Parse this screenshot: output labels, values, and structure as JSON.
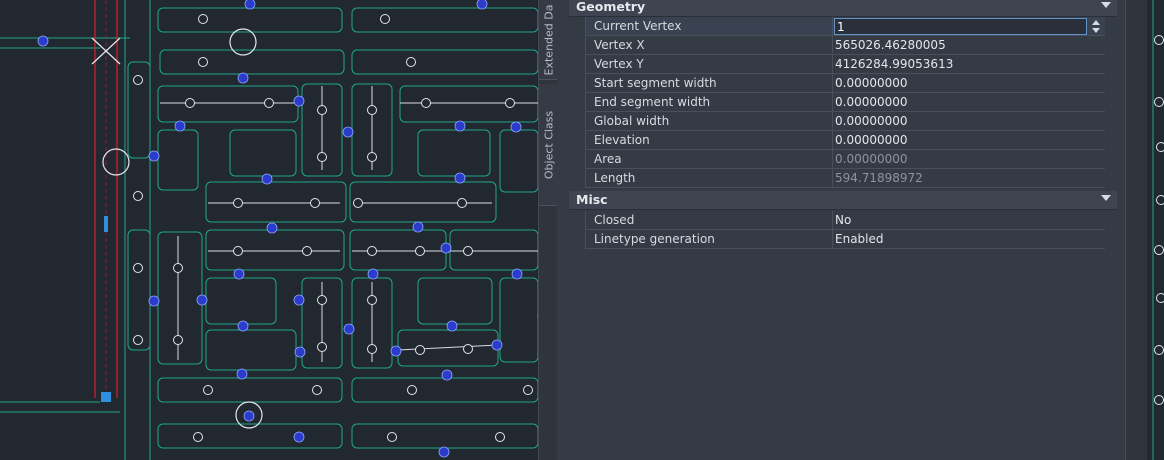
{
  "side_tabs": {
    "extended": "Extended Da",
    "object_class": "Object Class"
  },
  "geometry": {
    "title": "Geometry",
    "current_vertex": {
      "label": "Current Vertex",
      "value": "1"
    },
    "vertex_x": {
      "label": "Vertex X",
      "value": "565026.46280005"
    },
    "vertex_y": {
      "label": "Vertex Y",
      "value": "4126284.99053613"
    },
    "start_segment_width": {
      "label": "Start segment width",
      "value": "0.00000000"
    },
    "end_segment_width": {
      "label": "End segment width",
      "value": "0.00000000"
    },
    "global_width": {
      "label": "Global width",
      "value": "0.00000000"
    },
    "elevation": {
      "label": "Elevation",
      "value": "0.00000000"
    },
    "area": {
      "label": "Area",
      "value": "0.00000000"
    },
    "length": {
      "label": "Length",
      "value": "594.71898972"
    }
  },
  "misc": {
    "title": "Misc",
    "closed": {
      "label": "Closed",
      "value": "No"
    },
    "linetype_generation": {
      "label": "Linetype generation",
      "value": "Enabled"
    }
  },
  "colors": {
    "canvas_bg": "#212830",
    "parcel_line": "#1fa88a",
    "road_red": "#d8202a",
    "block_blue": "#2a3cc9",
    "panel_bg": "#353b45",
    "accent": "#5f93c9"
  }
}
